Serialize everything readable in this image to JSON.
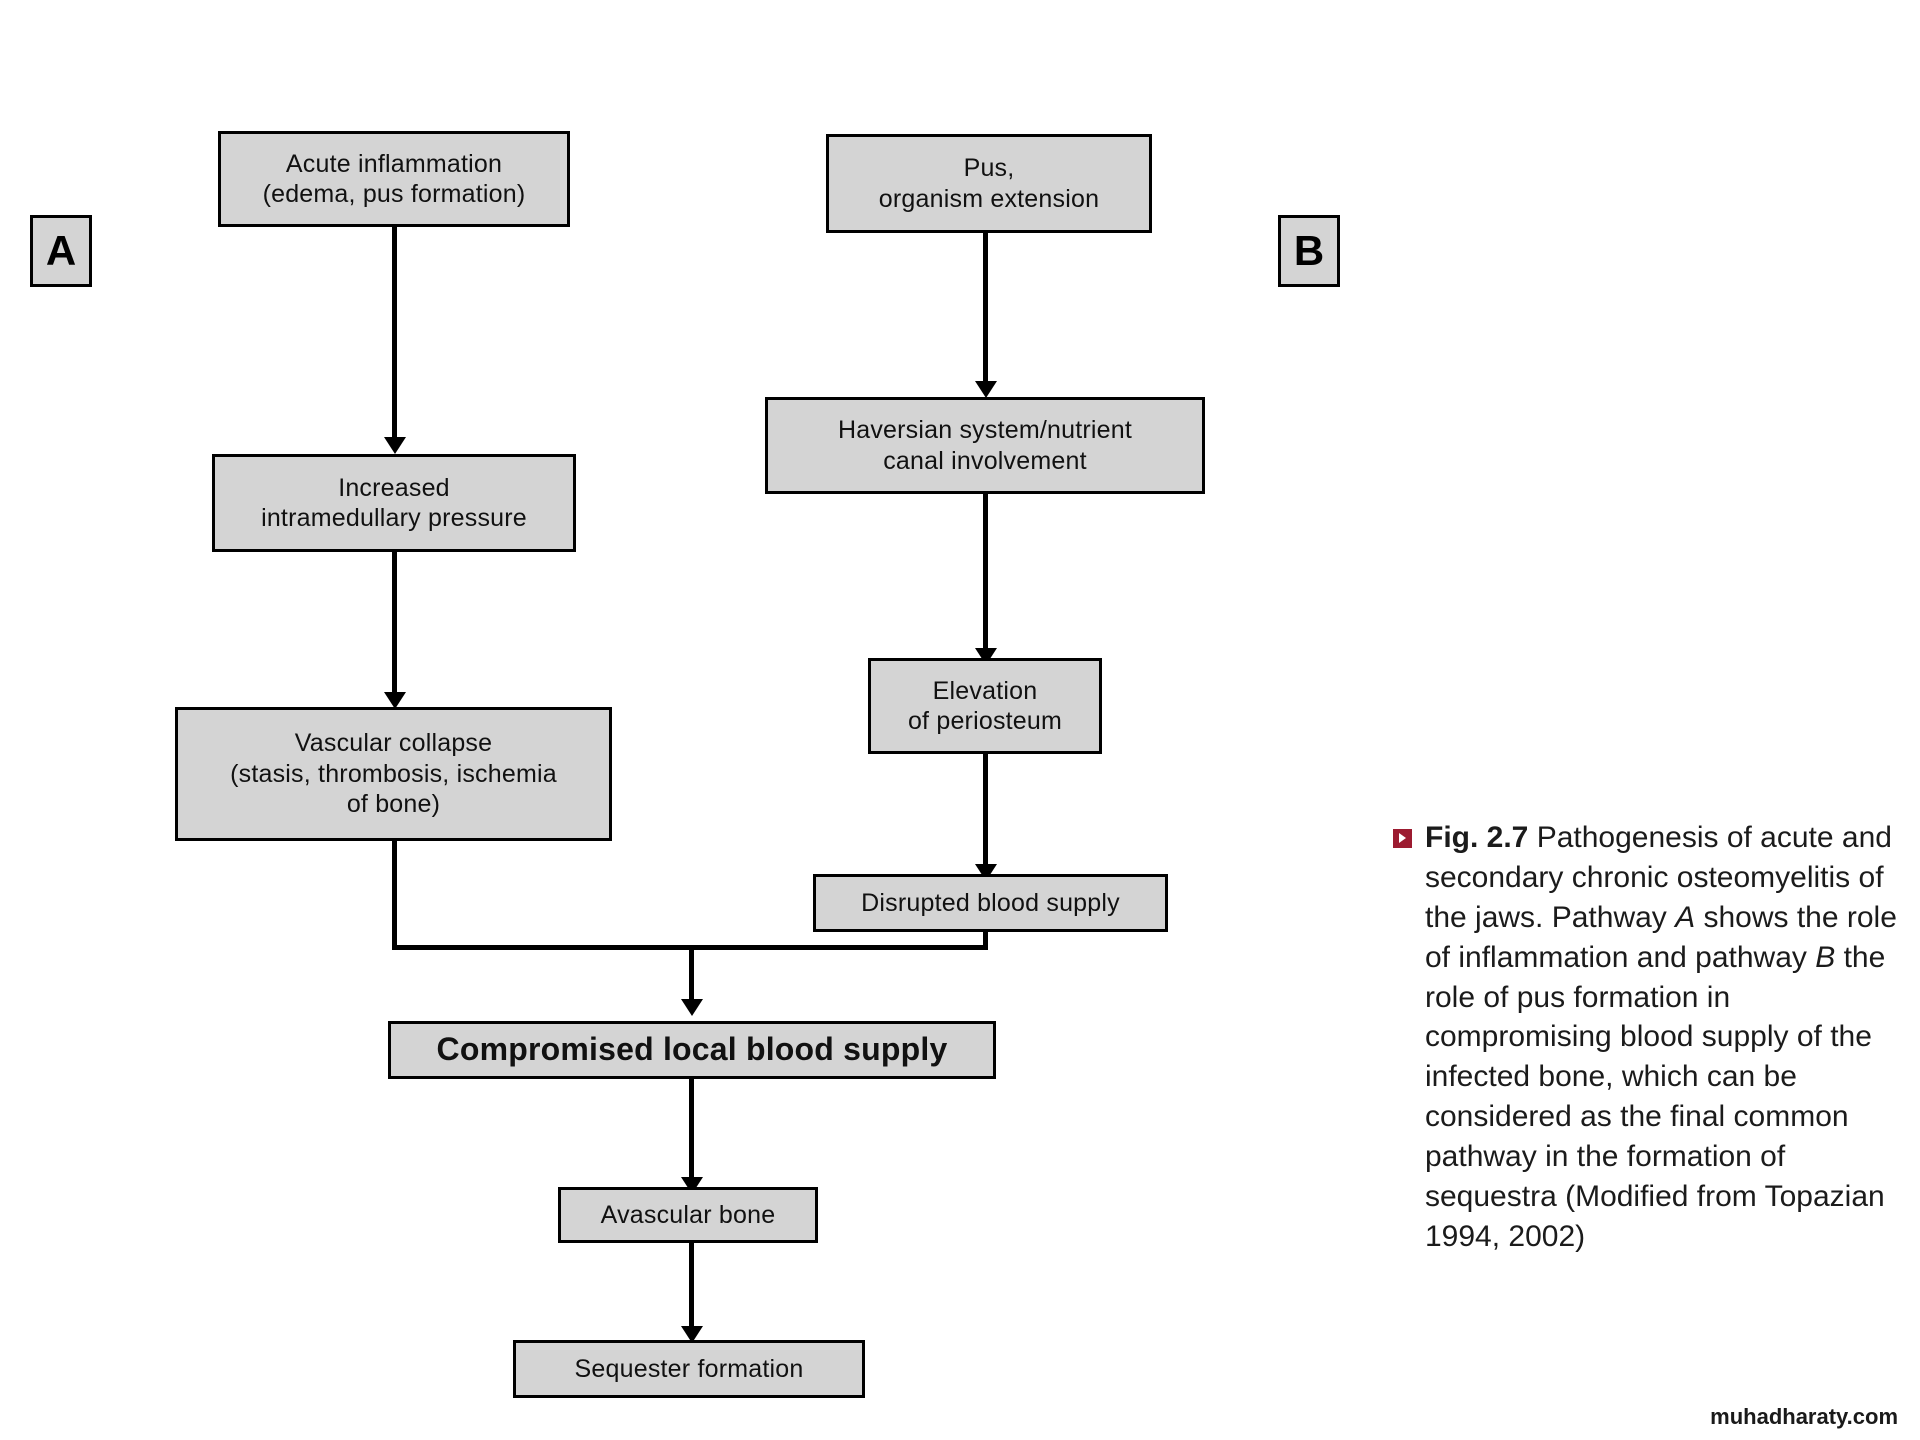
{
  "figure": {
    "panels": [
      {
        "id": "A",
        "label": "A"
      },
      {
        "id": "B",
        "label": "B"
      }
    ],
    "boxes": {
      "acute_inflammation": "Acute inflammation\n(edema, pus formation)",
      "increased_pressure": "Increased\nintramedullary pressure",
      "vascular_collapse": "Vascular collapse\n(stasis, thrombosis, ischemia\nof bone)",
      "pus_extension": "Pus,\norganism extension",
      "haversian": "Haversian system/nutrient\ncanal involvement",
      "periosteum": "Elevation\nof periosteum",
      "disrupted_blood": "Disrupted blood supply",
      "compromised_blood": "Compromised local blood supply",
      "avascular_bone": "Avascular bone",
      "sequester": "Sequester formation"
    }
  },
  "caption": {
    "marker_icon": "red-square-marker-icon",
    "fig_label": "Fig. 2.7",
    "text_1": " Pathogenesis of acute and secondary chronic osteomyelitis of the jaws. Pathway ",
    "italic_a": "A",
    "text_2": " shows the role of inflammation and pathway ",
    "italic_b": "B",
    "text_3": " the role of pus formation in compromising blood supply of the infected bone, which can be considered as the final common pathway in the formation of sequestra (Modified from Topazian 1994, 2002)"
  },
  "watermark": {
    "text": "muhadharaty.com"
  },
  "colors": {
    "box_fill": "#d4d4d4",
    "box_border": "#000000",
    "connector": "#000000",
    "marker_red": "#9c1b30",
    "page_background": "#ffffff"
  }
}
